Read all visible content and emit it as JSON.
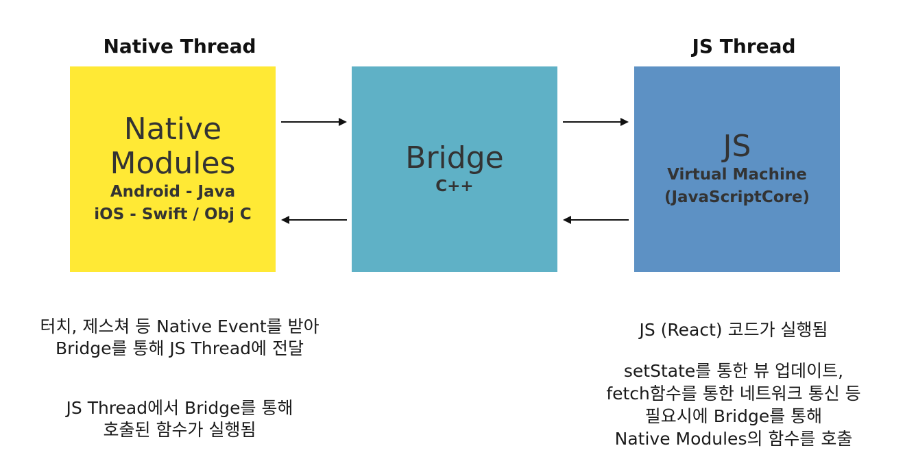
{
  "colors": {
    "native_box": "#FFE935",
    "bridge_box": "#5FB1C6",
    "js_box": "#5D91C4",
    "arrow": "#111111"
  },
  "headings": {
    "native": "Native Thread",
    "js": "JS Thread"
  },
  "boxes": {
    "native": {
      "title_lines": [
        "Native",
        "Modules"
      ],
      "sub_lines": [
        "Android - Java",
        "iOS - Swift / Obj C"
      ]
    },
    "bridge": {
      "title": "Bridge",
      "sub": "C++"
    },
    "js": {
      "title": "JS",
      "sub_lines": [
        "Virtual Machine",
        "(JavaScriptCore)"
      ]
    }
  },
  "descriptions": {
    "native": [
      [
        "터치, 제스쳐 등 Native Event를 받아",
        "Bridge를 통해 JS Thread에 전달"
      ],
      [
        "JS Thread에서 Bridge를 통해",
        "호출된 함수가 실행됨"
      ]
    ],
    "js": [
      [
        "JS (React) 코드가 실행됨"
      ],
      [
        "setState를 통한 뷰 업데이트,",
        "fetch함수를 통한 네트워크 통신 등",
        "필요시에 Bridge를 통해",
        "Native Modules의 함수를 호출"
      ]
    ]
  }
}
